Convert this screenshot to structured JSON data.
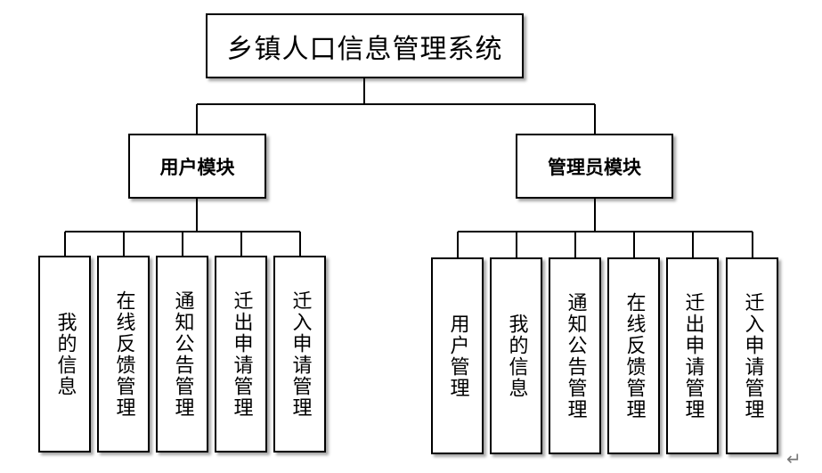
{
  "root": {
    "label": "乡镇人口信息管理系统"
  },
  "modules": [
    {
      "label": "用户模块",
      "items": [
        "我的信息",
        "在线反馈管理",
        "通知公告管理",
        "迁出申请管理",
        "迁入申请管理"
      ]
    },
    {
      "label": "管理员模块",
      "items": [
        "用户管理",
        "我的信息",
        "通知公告管理",
        "在线反馈管理",
        "迁出申请管理",
        "迁入申请管理"
      ]
    }
  ],
  "trailing_mark": "↵"
}
